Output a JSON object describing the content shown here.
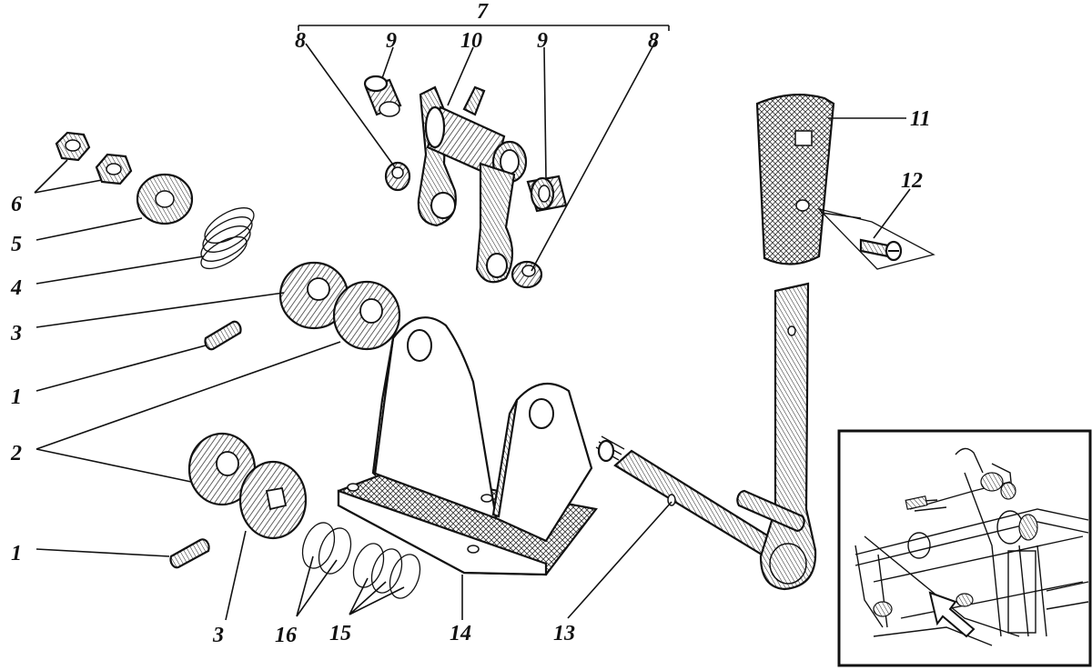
{
  "labels": {
    "l1a": "1",
    "l1b": "1",
    "l2": "2",
    "l3a": "3",
    "l3b": "3",
    "l4": "4",
    "l5": "5",
    "l6": "6",
    "l7": "7",
    "l8a": "8",
    "l8b": "8",
    "l9a": "9",
    "l9b": "9",
    "l10": "10",
    "l11": "11",
    "l12": "12",
    "l13": "13",
    "l14": "14",
    "l15": "15",
    "l16": "16"
  },
  "parts": [
    {
      "id": "1",
      "icon": "pin-icon"
    },
    {
      "id": "2",
      "icon": "washer-icon"
    },
    {
      "id": "3",
      "icon": "washer-icon"
    },
    {
      "id": "4",
      "icon": "spring-icon"
    },
    {
      "id": "5",
      "icon": "washer-icon"
    },
    {
      "id": "6",
      "icon": "hex-nut-icon"
    },
    {
      "id": "7",
      "icon": "lever-assembly-icon"
    },
    {
      "id": "8",
      "icon": "bushing-icon"
    },
    {
      "id": "9",
      "icon": "bushing-icon"
    },
    {
      "id": "10",
      "icon": "double-lever-icon"
    },
    {
      "id": "11",
      "icon": "handle-knob-icon"
    },
    {
      "id": "12",
      "icon": "screw-icon"
    },
    {
      "id": "13",
      "icon": "lever-shaft-icon"
    },
    {
      "id": "14",
      "icon": "bracket-icon"
    },
    {
      "id": "15",
      "icon": "snap-ring-icon"
    },
    {
      "id": "16",
      "icon": "snap-ring-icon"
    }
  ],
  "colors": {
    "ink": "#111111",
    "paper": "#ffffff"
  }
}
